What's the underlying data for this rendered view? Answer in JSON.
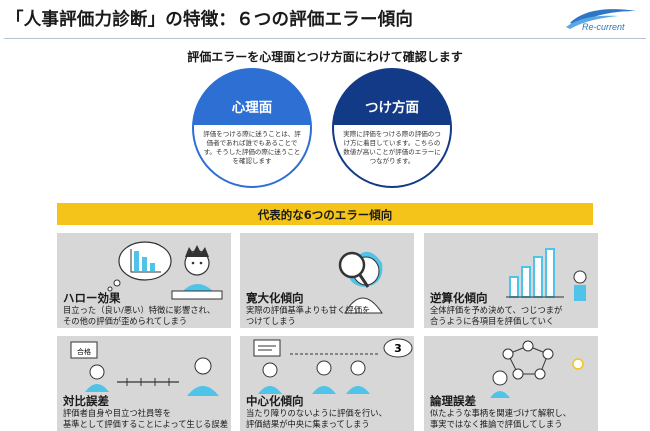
{
  "header": {
    "title": "「人事評価力診断」の特徴：６つの評価エラー傾向",
    "logo_text": "Re-current"
  },
  "subtitle": "評価エラーを心理面とつけ方面にわけて確認します",
  "aspects": [
    {
      "label": "心理面",
      "description": "評価をつける際に迷うことは、評価者であれば誰でもあることです。そうした評価の際に迷うことを確認します"
    },
    {
      "label": "つけ方面",
      "description": "実際に評価をつける際の評価のつけ方に着目しています。こちらの数値が高いことが評価のエラーにつながります。"
    }
  ],
  "banner": "代表的な6つのエラー傾向",
  "errors": [
    {
      "title": "ハロー効果",
      "desc1": "目立った（良い/悪い）特徴に影響され、",
      "desc2": "その他の評価が歪められてしまう"
    },
    {
      "title": "寛大化傾向",
      "desc1": "実際の評価基準よりも甘く評価を",
      "desc2": "つけてしまう"
    },
    {
      "title": "逆算化傾向",
      "desc1": "全体評価を予め決めて、つじつまが",
      "desc2": "合うように各項目を評価していく"
    },
    {
      "title": "対比誤差",
      "desc1": "評価者自身や目立つ社員等を",
      "desc2": "基準として評価することによって生じる誤差"
    },
    {
      "title": "中心化傾向",
      "desc1": "当たり障りのないように評価を行い、",
      "desc2": "評価結果が中央に集まってしまう"
    },
    {
      "title": "論理誤差",
      "desc1": "似たような事柄を関連づけて解釈し、",
      "desc2": "事実ではなく推論で評価してしまう"
    }
  ],
  "illustration_text": {
    "badge_number": "3",
    "card_mark": "合格"
  },
  "colors": {
    "light_blue": "#2d6fd3",
    "dark_blue": "#133a86",
    "banner_yellow": "#f4c41b",
    "card_gray": "#d7d7d7",
    "accent_cyan": "#4fc3e8"
  }
}
